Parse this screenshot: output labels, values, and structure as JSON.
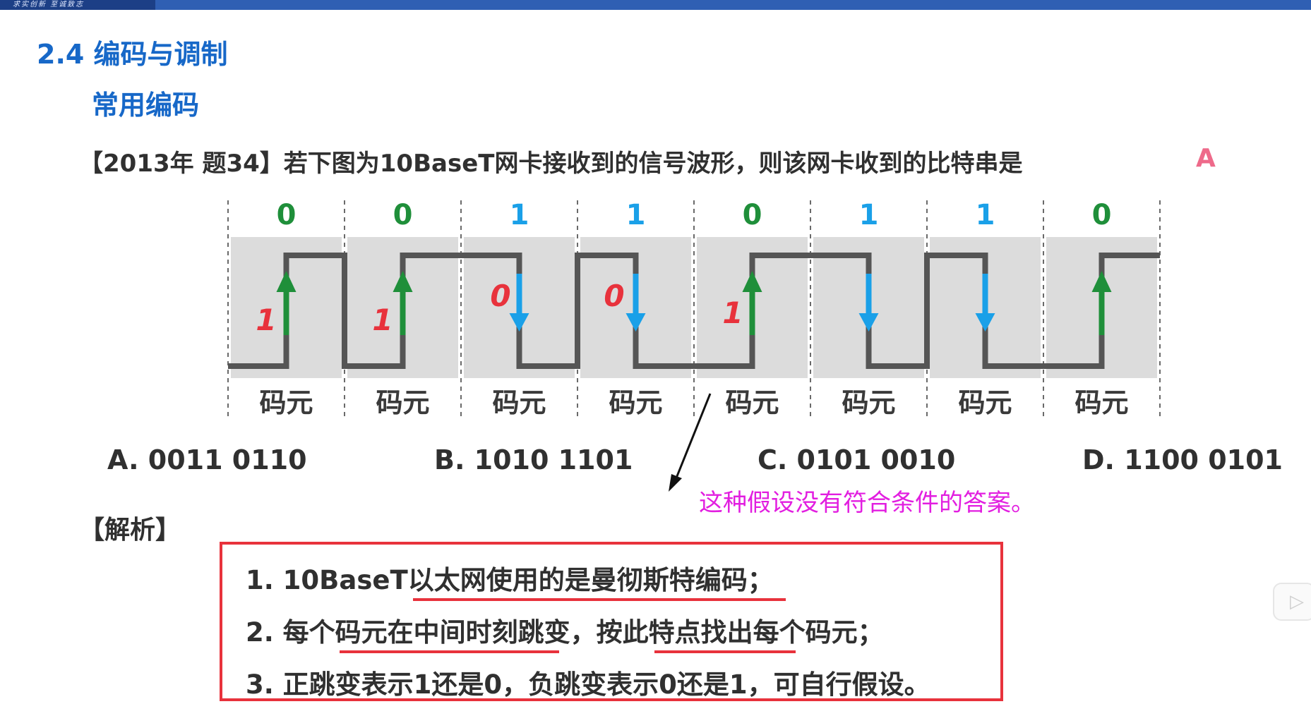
{
  "header": {
    "motto": "求实创新 至诚致志"
  },
  "section_title": "2.4 编码与调制",
  "sub_title": "常用编码",
  "question": "【2013年 题34】若下图为10BaseT网卡接收到的信号波形，则该网卡收到的比特串是",
  "answer_mark": "A",
  "diagram": {
    "bits": [
      "0",
      "0",
      "1",
      "1",
      "0",
      "1",
      "1",
      "0"
    ],
    "cell_label": "码元",
    "handwritten": [
      "1",
      "1",
      "0",
      "0",
      "1"
    ]
  },
  "options": {
    "a": "A. 0011 0110",
    "b": "B. 1010 1101",
    "c": "C. 0101 0010",
    "d": "D. 1100 0101"
  },
  "note": "这种假设没有符合条件的答案。",
  "analysis_label": "【解析】",
  "analysis_lines": [
    "1. 10BaseT以太网使用的是曼彻斯特编码；",
    "2. 每个码元在中间时刻跳变，按此特点找出每个码元；",
    "3. 正跳变表示1还是0，负跳变表示0还是1，可自行假设。"
  ],
  "colors": {
    "accent": "#1768c8",
    "up_arrow": "#1f8f3a",
    "down_arrow": "#1aa0e8",
    "highlight": "#e8323c",
    "note": "#e21ee0"
  }
}
